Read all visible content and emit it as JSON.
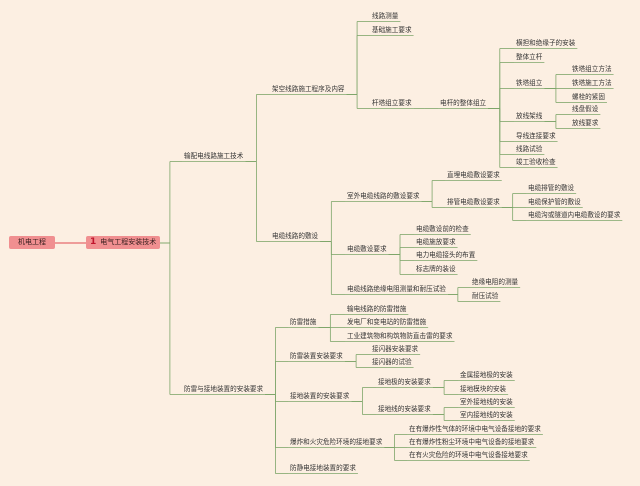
{
  "root": "机电工程",
  "main": {
    "badge": "1",
    "label": "电气工程安装技术"
  },
  "nodes": {
    "n1": "输配电线路施工技术",
    "n1a": "架空线路施工程序及内容",
    "n1a1": "线路测量",
    "n1a2": "基础施工要求",
    "n1a3": "杆塔组立要求",
    "n1a3a": "电杆的整体组立",
    "g1": "横担和绝缘子的安装",
    "g2": "整体立杆",
    "g3": "铁塔组立",
    "g3a": "铁塔组立方法",
    "g3b": "铁塔施工方法",
    "g3c": "螺栓的紧固",
    "g4": "放线架线",
    "g4a": "线盘假设",
    "g4b": "放线要求",
    "g5": "导线连接要求",
    "g6": "线路试验",
    "g7": "竣工验收检查",
    "n1b": "电缆线路的敷设",
    "n1b1": "室外电缆线路的敷设要求",
    "n1b1a": "直埋电缆敷设要求",
    "n1b1b": "排管电缆敷设要求",
    "p1": "电缆排管的敷设",
    "p2": "电缆保护管的敷设",
    "p3": "电缆沟或隧道内电缆敷设的要求",
    "n1b2": "电缆敷设要求",
    "c1": "电缆敷设前的检查",
    "c2": "电缆施放要求",
    "c3": "电力电缆接头的布置",
    "c4": "标志牌的装设",
    "n1b3": "电缆线路绝缘电阻测量和耐压试验",
    "t1": "绝缘电阻的测量",
    "t2": "耐压试验",
    "n2": "防雷与接地装置的安装要求",
    "n2a": "防雷措施",
    "d1": "输电线路的防雷措施",
    "d2": "发电厂和变电站的防雷措施",
    "d3": "工业建筑物和构筑物防直击雷的要求",
    "n2b": "防雷装置安装要求",
    "e1": "接闪器安装要求",
    "e2": "接闪器的试验",
    "n2c": "接地装置的安装要求",
    "f1": "接地极的安装要求",
    "f1a": "金属接地极的安装",
    "f1b": "接地模块的安装",
    "f2": "接地线的安装要求",
    "f2a": "室外接地线的安装",
    "f2b": "室内接地线的安装",
    "n2d": "爆炸和火灾危险环境的接地要求",
    "h1": "在有爆炸性气体的环境中电气设备接地的要求",
    "h2": "在有爆炸性粉尘环境中电气设备的接地要求",
    "h3": "在有火灾危险的环境中电气设备接地要求",
    "n2e": "防静电接地装置的要求"
  }
}
